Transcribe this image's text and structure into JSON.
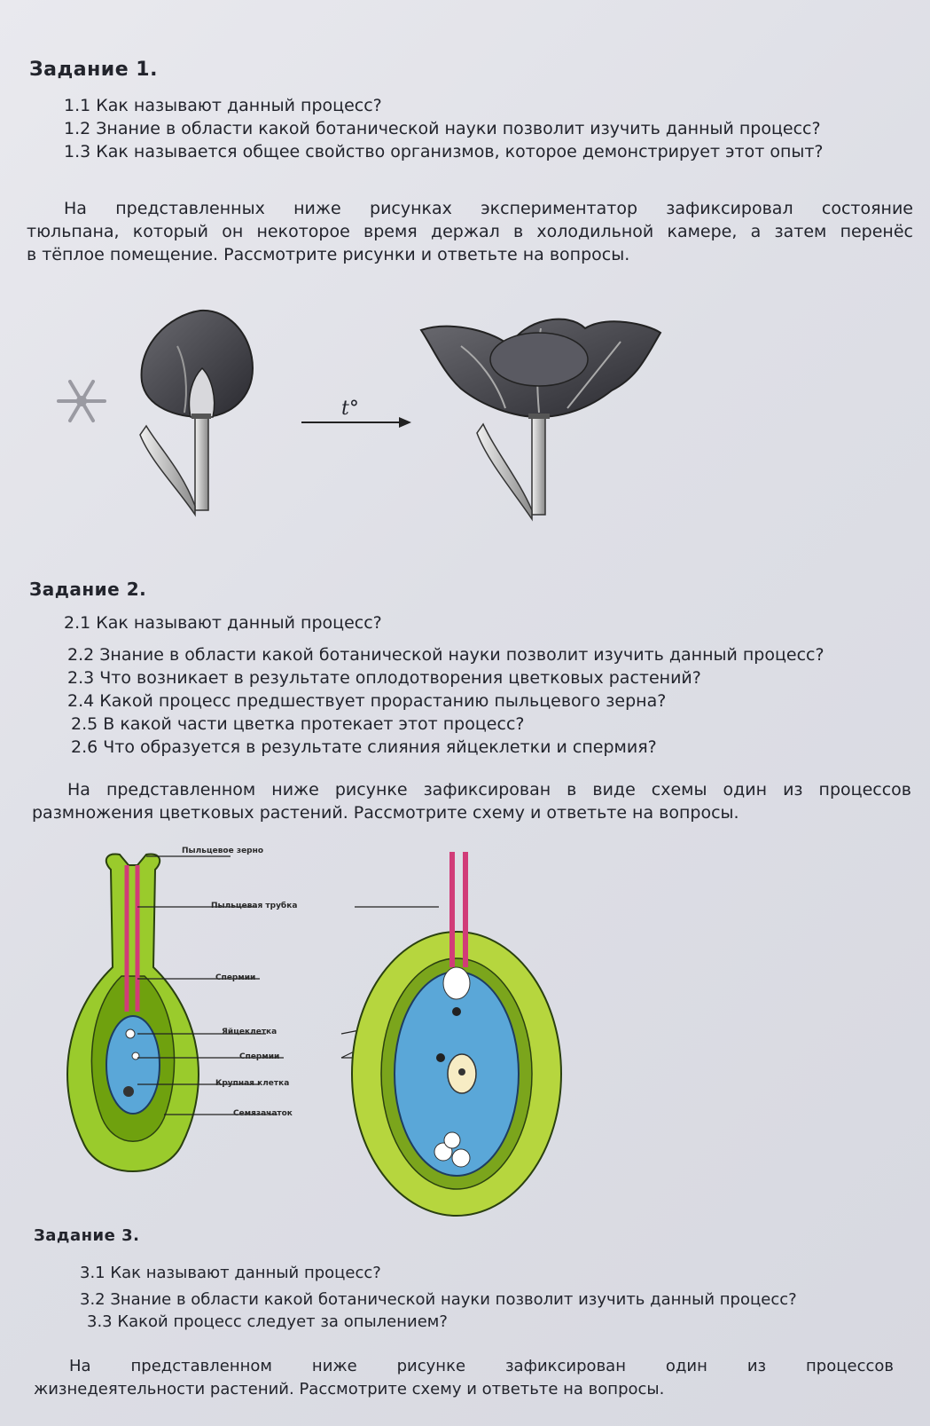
{
  "task1": {
    "heading": "Задание 1.",
    "questions": [
      "1.1 Как называют данный процесс?",
      "1.2 Знание в области какой ботанической науки позволит изучить данный процесс?",
      "1.3  Как называется общее свойство организмов, которое демонстрирует этот опыт?"
    ],
    "paragraph": [
      "На представленных ниже рисунках экспериментатор зафиксировал состояние",
      "тюльпана, который он некоторое время держал в холодильной камере, а затем перенёс",
      "в тёплое помещение. Рассмотрите рисунки и ответьте на вопросы."
    ],
    "figure": {
      "arrow_label": "t°"
    }
  },
  "task2": {
    "heading": "Задание 2.",
    "questions": [
      "2.1 Как называют данный процесс?",
      "2.2 Знание в области какой ботанической науки позволит изучить данный процесс?",
      "2.3 Что возникает в результате оплодотворения цветковых растений?",
      "2.4 Какой процесс предшествует прорастанию пыльцевого зерна?",
      "2.5 В какой части цветка протекает этот процесс?",
      "2.6 Что образуется в результате слияния яйцеклетки и спермия?"
    ],
    "paragraph": [
      "На представленном ниже рисунке зафиксирован в виде схемы один из процессов",
      "размножения цветковых растений. Рассмотрите схему и ответьте на вопросы."
    ],
    "figure": {
      "labels": [
        "Пыльцевое зерно",
        "Пыльцевая трубка",
        "Спермии",
        "Яйцеклетка",
        "Спермии",
        "Крупная клетка",
        "Семязачаток"
      ]
    }
  },
  "task3": {
    "heading": "Задание 3.",
    "questions": [
      "3.1 Как называют данный процесс?",
      "3.2 Знание в области какой ботанической науки позволит изучить данный процесс?",
      "3.3 Какой процесс следует за опылением?"
    ],
    "paragraph": [
      "На представленном ниже рисунке зафиксирован один из процессов",
      "жизнедеятельности растений. Рассмотрите схему и ответьте на вопросы."
    ]
  }
}
